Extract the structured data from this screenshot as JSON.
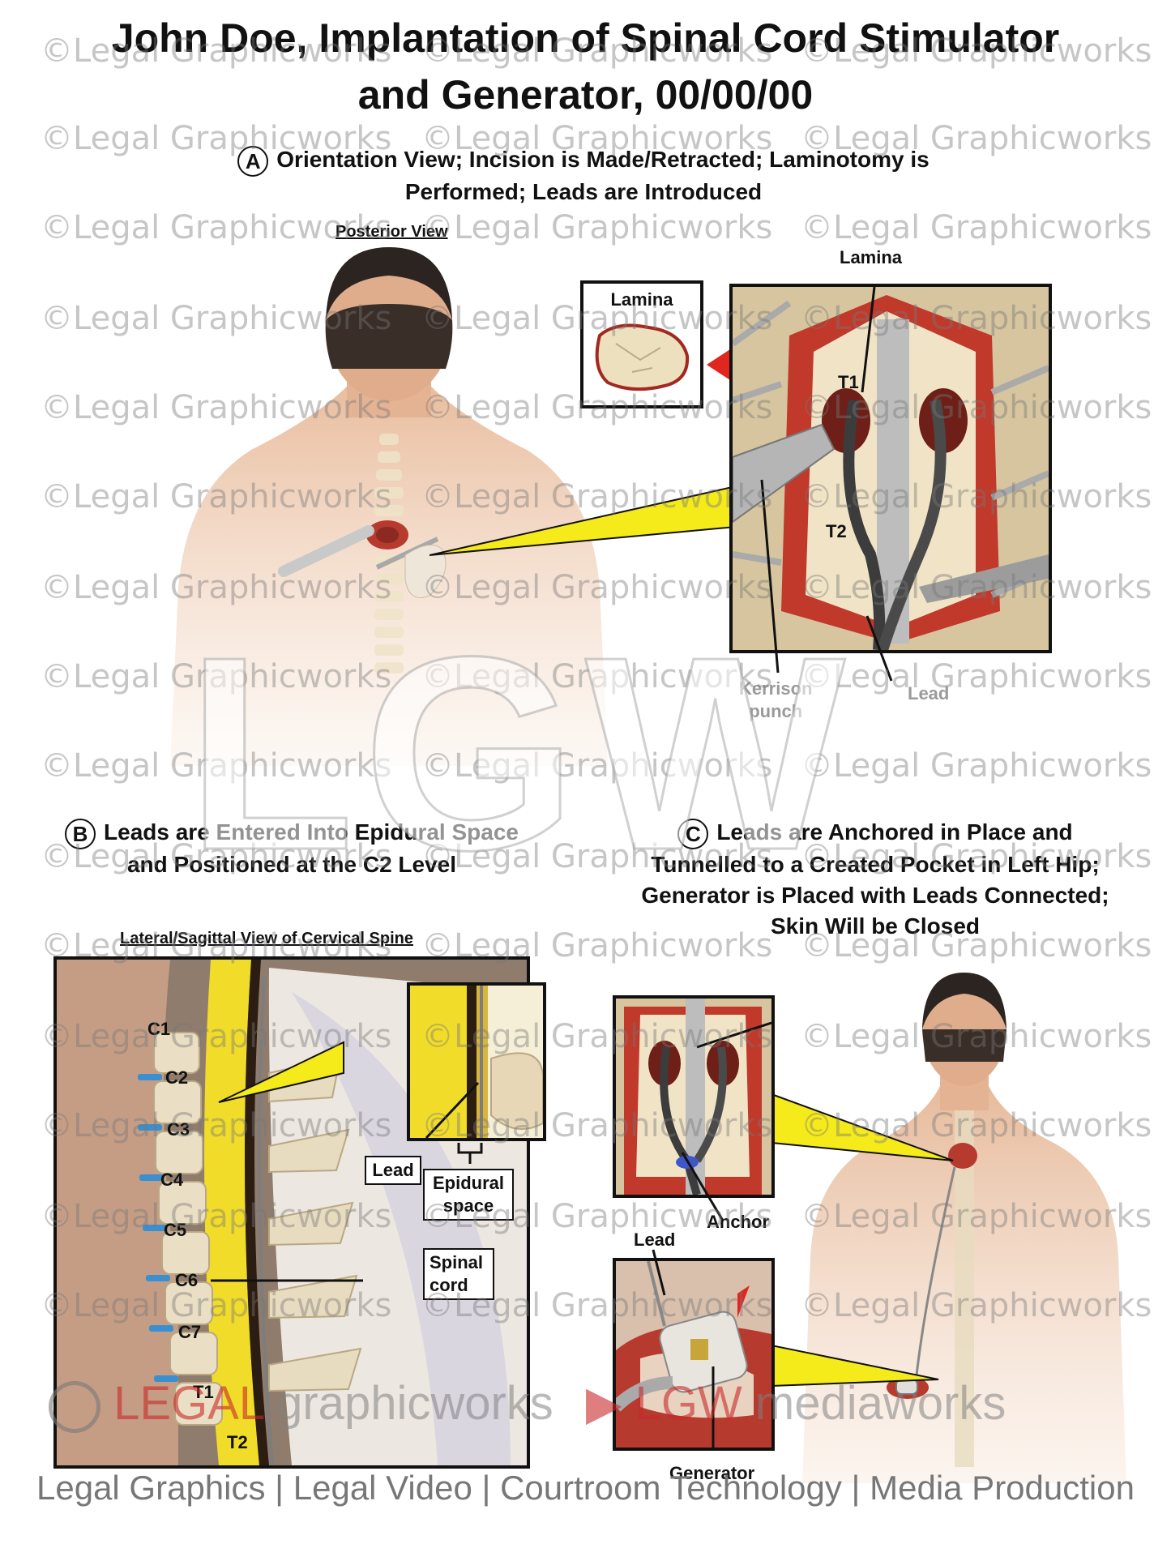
{
  "title": {
    "line1": "John Doe, Implantation of Spinal Cord Stimulator",
    "line2": "and Generator, 00/00/00"
  },
  "section_a": {
    "letter": "A",
    "line1": "Orientation View; Incision is Made/Retracted; Laminotomy is",
    "line2": "Performed; Leads are Introduced",
    "view_label": "Posterior View",
    "labels": {
      "lamina_box": "Lamina",
      "lamina_top": "Lamina",
      "t1": "T1",
      "t2": "T2",
      "kerrison_1": "Kerrison",
      "kerrison_2": "punch",
      "lead": "Lead"
    }
  },
  "section_b": {
    "letter": "B",
    "line1": "Leads are Entered Into Epidural Space",
    "line2": "and Positioned at the C2 Level",
    "view_label": "Lateral/Sagittal View of Cervical Spine",
    "vertebrae": [
      "C1",
      "C2",
      "C3",
      "C4",
      "C5",
      "C6",
      "C7",
      "T1",
      "T2"
    ],
    "labels": {
      "lead": "Lead",
      "epidural_1": "Epidural",
      "epidural_2": "space",
      "spinal_1": "Spinal",
      "spinal_2": "cord"
    }
  },
  "section_c": {
    "letter": "C",
    "line1": "Leads are Anchored in Place and",
    "line2": "Tunnelled to a Created Pocket in Left Hip;",
    "line3": "Generator is Placed with Leads Connected;",
    "line4": "Skin Will be Closed",
    "labels": {
      "anchor": "Anchor",
      "lead": "Lead",
      "generator": "Generator"
    }
  },
  "watermark": {
    "text": "©Legal Graphicworks",
    "big_logo": "LGW",
    "brand_left_a": "LEGAL",
    "brand_left_b": "graphicworks",
    "brand_right_a": "LGW",
    "brand_right_b": "mediaworks"
  },
  "footer": "Legal Graphics | Legal Video | Courtroom Technology | Media Production",
  "colors": {
    "skin": "#e6b99a",
    "tissue": "#b63a2e",
    "callout": "#f5ea1a",
    "cord": "#f2dc2a",
    "disc": "#3a8fd0",
    "bone": "#e8dcc0"
  }
}
